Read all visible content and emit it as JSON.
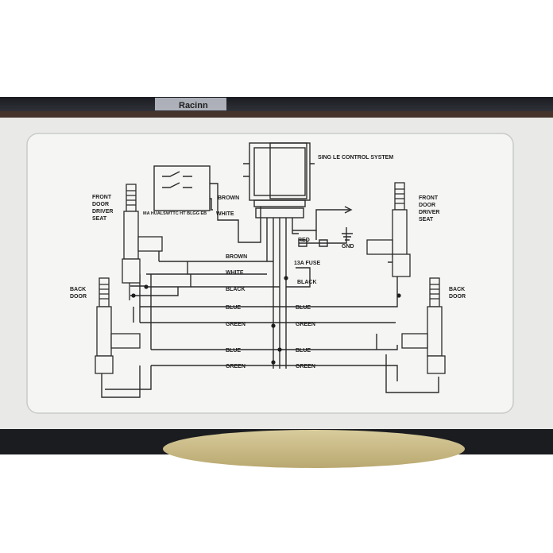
{
  "diagram": {
    "title": "SING LE CONTROL SYSTEM",
    "manual_switch_label": "MA HUALSWTTC HT BLGG EB",
    "background_text": "Racinn",
    "actuators": {
      "front_left": [
        "FRONT",
        "DOOR",
        "DRIVER",
        "SEAT"
      ],
      "front_right": [
        "FRONT",
        "DOOR",
        "DRIVER",
        "SEAT"
      ],
      "back_left": [
        "BACK",
        "DOOR"
      ],
      "back_right": [
        "BACK",
        "DOOR"
      ]
    },
    "power": {
      "red": "RED",
      "fuse": "13A FUSE",
      "gnd": "GND"
    },
    "wires": {
      "brown_top": "BROWN",
      "white_top": "WHITE",
      "brown": "BROWN",
      "white": "WHITE",
      "black_left": "BLACK",
      "black_right": "BLACK",
      "blue1_left": "BLUE",
      "blue1_right": "BLUE",
      "green1_left": "GREEN",
      "green1_right": "GREEN",
      "blue2_left": "BLUE",
      "blue2_right": "BLUE",
      "green2_left": "GREEN",
      "green2_right": "GREEN"
    }
  },
  "colors": {
    "border_dark": "#3a2e28",
    "card": "#f4f5f3",
    "line": "#2a2a2a",
    "lamp": "#c8b88a"
  }
}
